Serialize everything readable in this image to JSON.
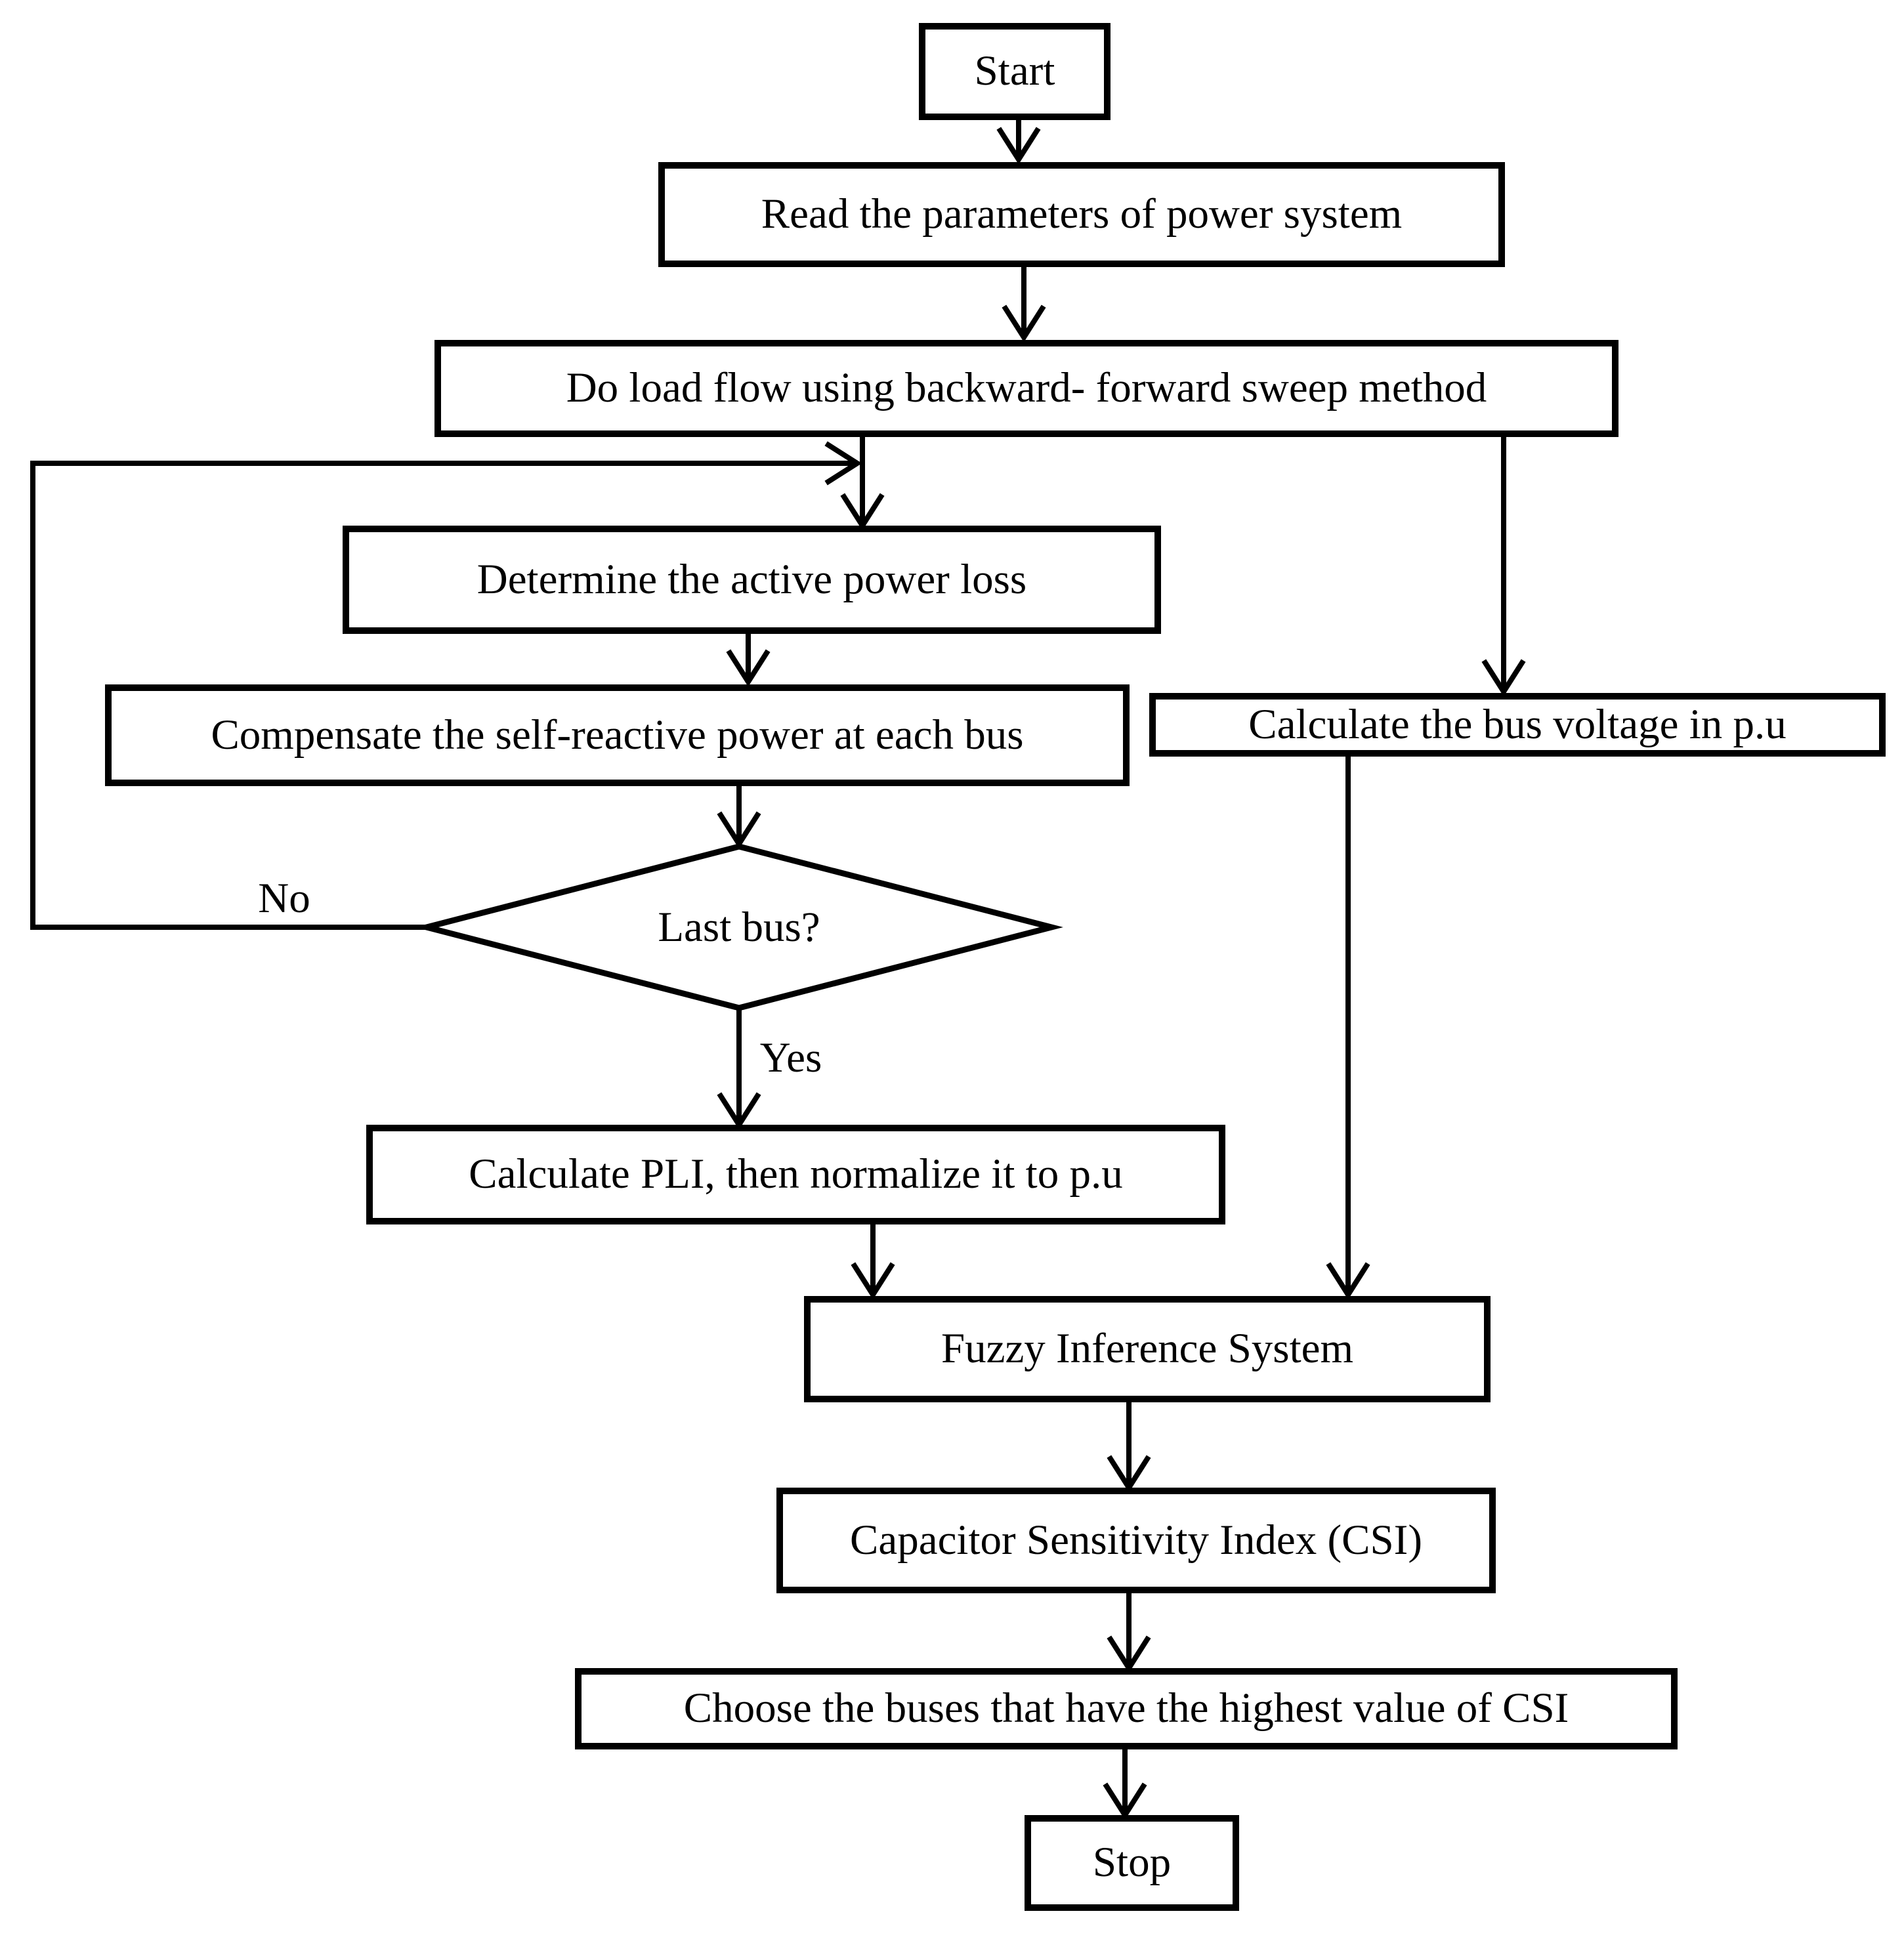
{
  "figure": {
    "type": "flowchart",
    "background_color": "#ffffff",
    "line_color": "#000000",
    "text_color": "#000000"
  },
  "nodes": {
    "start": {
      "label": "Start",
      "shape": "rect"
    },
    "read": {
      "label": "Read the parameters of power system",
      "shape": "rect"
    },
    "loadflow": {
      "label": "Do load flow using backward- forward sweep method",
      "shape": "rect"
    },
    "determine": {
      "label": "Determine the active power loss",
      "shape": "rect"
    },
    "compensate": {
      "label": "Compensate the self-reactive power at each bus",
      "shape": "rect"
    },
    "lastbus": {
      "label": "Last bus?",
      "shape": "diamond"
    },
    "pli": {
      "label": "Calculate PLI, then normalize it to p.u",
      "shape": "rect"
    },
    "busvolt": {
      "label": "Calculate the bus voltage in p.u",
      "shape": "rect"
    },
    "fuzzy": {
      "label": "Fuzzy Inference System",
      "shape": "rect"
    },
    "csi": {
      "label": "Capacitor Sensitivity Index (CSI)",
      "shape": "rect"
    },
    "choose": {
      "label": "Choose the buses that have the highest value of CSI",
      "shape": "rect"
    },
    "stop": {
      "label": "Stop",
      "shape": "rect"
    }
  },
  "edge_labels": {
    "no": "No",
    "yes": "Yes"
  },
  "edges": [
    {
      "from": "start",
      "to": "read"
    },
    {
      "from": "read",
      "to": "loadflow"
    },
    {
      "from": "loadflow",
      "to": "determine"
    },
    {
      "from": "loadflow",
      "to": "busvolt"
    },
    {
      "from": "determine",
      "to": "compensate"
    },
    {
      "from": "compensate",
      "to": "lastbus"
    },
    {
      "from": "lastbus",
      "to": "determine",
      "label": "No"
    },
    {
      "from": "lastbus",
      "to": "pli",
      "label": "Yes"
    },
    {
      "from": "pli",
      "to": "fuzzy"
    },
    {
      "from": "busvolt",
      "to": "fuzzy"
    },
    {
      "from": "fuzzy",
      "to": "csi"
    },
    {
      "from": "csi",
      "to": "choose"
    },
    {
      "from": "choose",
      "to": "stop"
    }
  ]
}
